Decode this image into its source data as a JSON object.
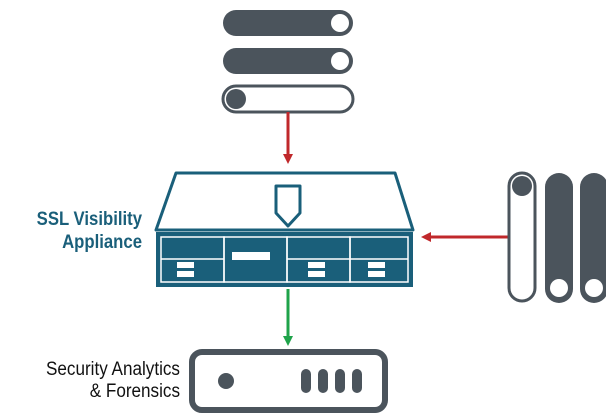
{
  "appliance_label": {
    "line1": "SSL Visibility",
    "line2": "Appliance"
  },
  "analytics_label": {
    "line1": "Security Analytics",
    "line2": "& Forensics"
  },
  "colors": {
    "dark_slate": "#4b545c",
    "teal": "#1a5f7a",
    "red_arrow": "#c0282b",
    "green_arrow": "#1fa34a",
    "light_slot": "#ffffff"
  },
  "icons": {
    "top_server": "server-stack-icon",
    "appliance": "ssl-appliance-icon",
    "right_servers": "server-rack-icon",
    "bottom_device": "analytics-device-icon"
  }
}
